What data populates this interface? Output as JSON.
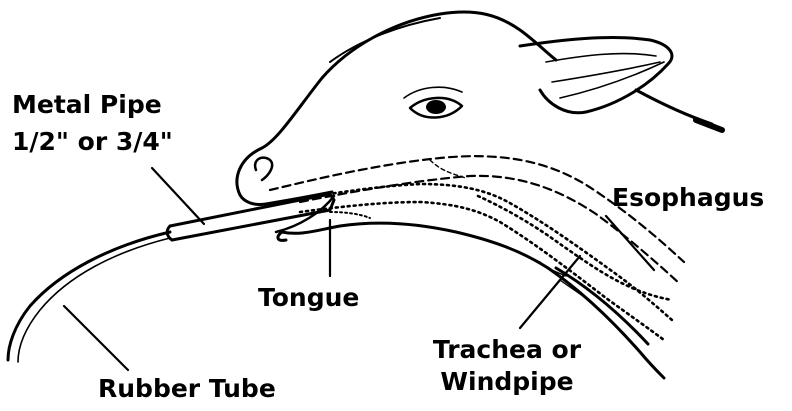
{
  "diagram": {
    "labels": {
      "metal_pipe_line1": "Metal Pipe",
      "metal_pipe_line2": "1/2\" or 3/4\"",
      "tongue": "Tongue",
      "esophagus": "Esophagus",
      "trachea_line1": "Trachea or",
      "trachea_line2": "Windpipe",
      "rubber_tube": "Rubber Tube"
    }
  }
}
